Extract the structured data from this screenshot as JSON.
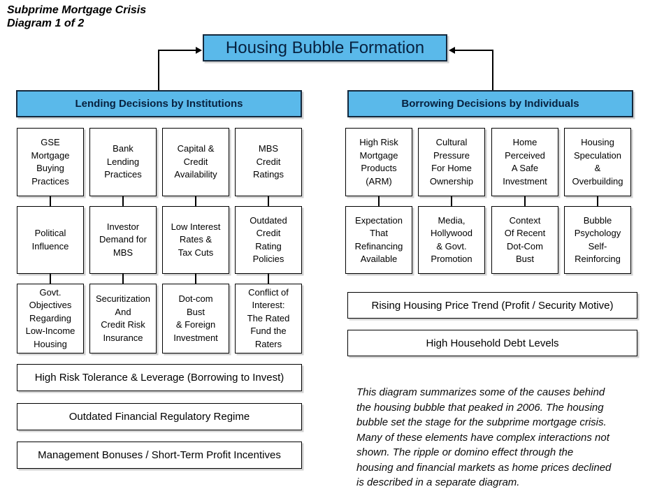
{
  "title": {
    "line1": "Subprime Mortgage Crisis",
    "line2": "Diagram 1 of 2"
  },
  "root": {
    "label": "Housing Bubble Formation"
  },
  "colors": {
    "node_fill_blue": "#5ab9ea",
    "node_fill_white": "#ffffff",
    "border_dark": "#14283c",
    "line_black": "#000000"
  },
  "left_branch": {
    "header": "Lending Decisions by Institutions",
    "grid": [
      [
        "GSE\nMortgage\nBuying\nPractices",
        "Bank\nLending\nPractices",
        "Capital &\nCredit\nAvailability",
        "MBS\nCredit\nRatings"
      ],
      [
        "Political\nInfluence",
        "Investor\nDemand for\nMBS",
        "Low Interest\nRates &\nTax Cuts",
        "Outdated\nCredit\nRating\nPolicies"
      ],
      [
        "Govt.\nObjectives\nRegarding\nLow-Income\nHousing",
        "Securitization\nAnd\nCredit Risk\nInsurance",
        "Dot-com\nBust\n& Foreign\nInvestment",
        "Conflict of\nInterest:\nThe Rated\nFund the\nRaters"
      ]
    ],
    "wide": [
      "High Risk Tolerance & Leverage (Borrowing to Invest)",
      "Outdated Financial Regulatory Regime",
      "Management Bonuses / Short-Term Profit Incentives"
    ]
  },
  "right_branch": {
    "header": "Borrowing Decisions by Individuals",
    "grid": [
      [
        "High Risk\nMortgage\nProducts\n(ARM)",
        "Cultural\nPressure\nFor Home\nOwnership",
        "Home\nPerceived\nA Safe\nInvestment",
        "Housing\nSpeculation\n&\nOverbuilding"
      ],
      [
        "Expectation\nThat\nRefinancing\nAvailable",
        "Media,\nHollywood\n& Govt.\nPromotion",
        "Context\nOf Recent\nDot-Com\nBust",
        "Bubble\nPsychology\nSelf-\nReinforcing"
      ]
    ],
    "wide": [
      "Rising Housing Price Trend (Profit / Security Motive)",
      "High Household Debt Levels"
    ]
  },
  "caption": "This diagram summarizes some of the causes behind\nthe housing bubble that peaked in 2006.  The housing\nbubble set the stage for the subprime mortgage crisis.\nMany of these elements have complex interactions not\nshown.  The ripple or domino effect through the\nhousing and financial markets as home prices declined\nis described in a separate diagram."
}
